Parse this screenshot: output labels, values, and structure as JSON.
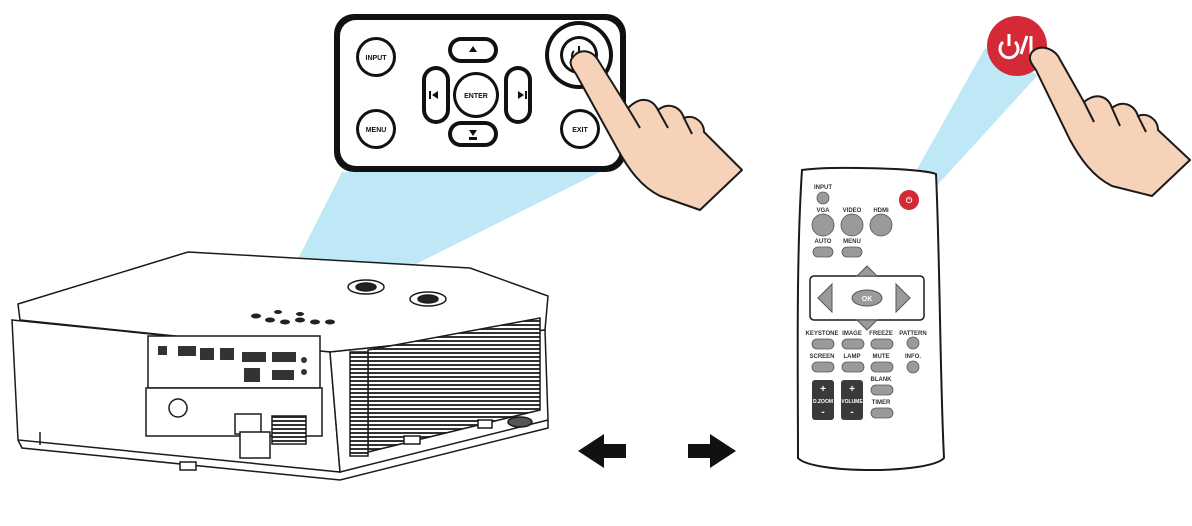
{
  "panel": {
    "input": "INPUT",
    "enter": "ENTER",
    "menu": "MENU",
    "exit": "EXIT"
  },
  "remote": {
    "input": "INPUT",
    "vga": "VGA",
    "video": "VIDEO",
    "hdmi": "HDMI",
    "auto": "AUTO",
    "menu": "MENU",
    "ok": "OK",
    "keystone": "KEYSTONE",
    "image": "IMAGE",
    "freeze": "FREEZE",
    "pattern": "PATTERN",
    "screen": "SCREEN",
    "lamp": "LAMP",
    "mute": "MUTE",
    "info": "INFO.",
    "blank": "BLANK",
    "dzoom": "D.ZOOM",
    "volume": "VOLUME",
    "timer": "TIMER",
    "plus": "+",
    "minus": "-"
  },
  "colors": {
    "beam": "#bfe8f7",
    "power": "#d42a37",
    "button": "#9a9a9a",
    "dark_button": "#3a3a3a"
  }
}
